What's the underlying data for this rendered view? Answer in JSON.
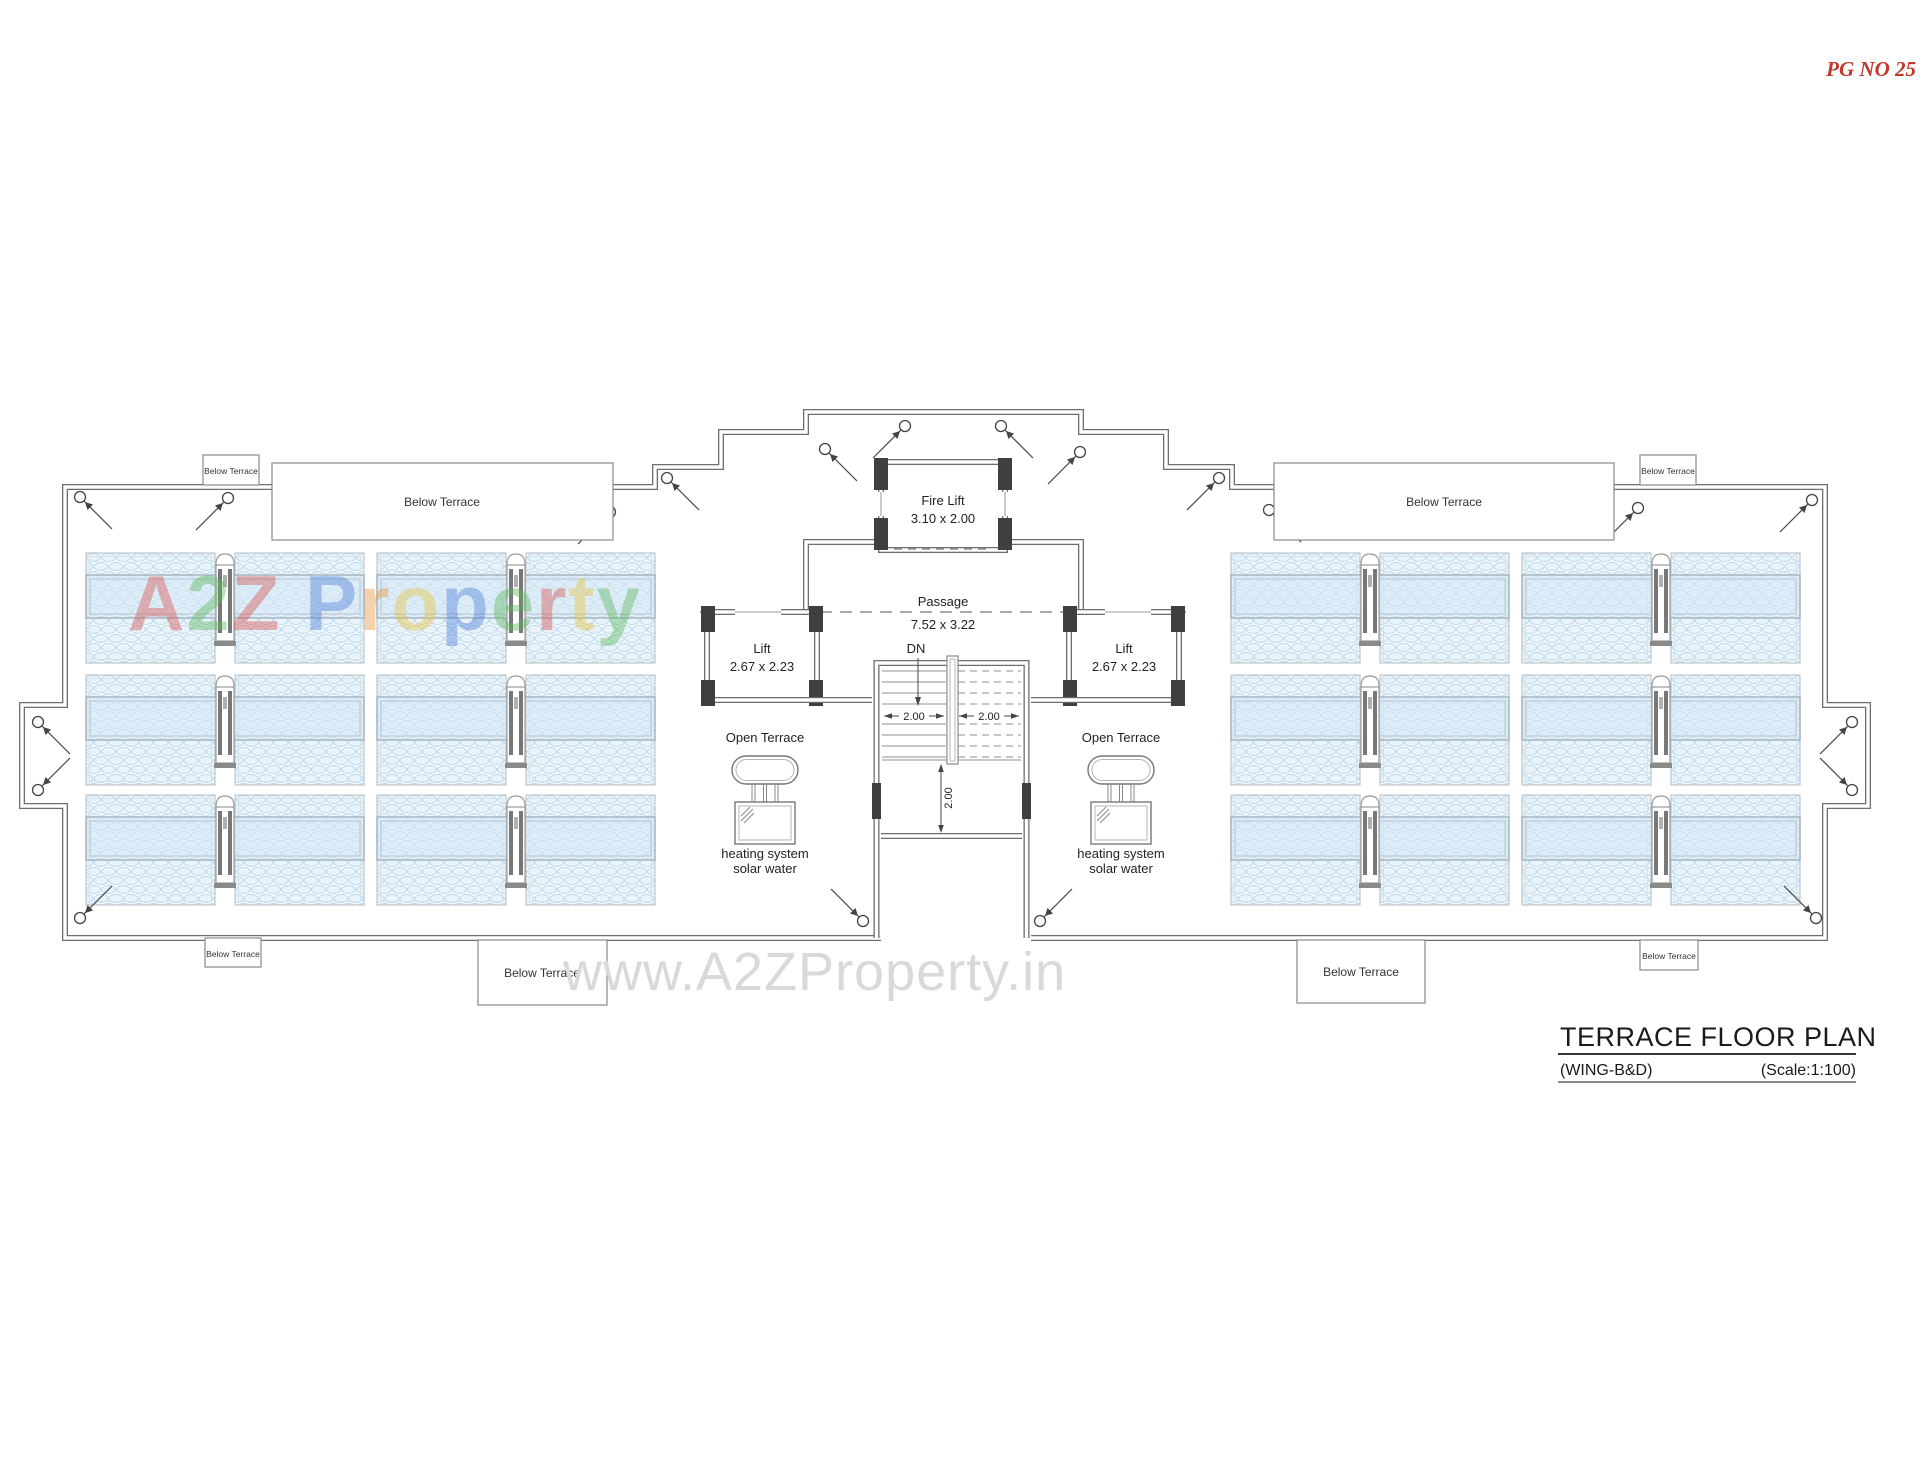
{
  "page": {
    "page_no": "PG NO 25"
  },
  "title_block": {
    "title": "TERRACE FLOOR PLAN",
    "wing": "(WING-B&D)",
    "scale": "(Scale:1:100)"
  },
  "rooms": {
    "fire_lift": {
      "name": "Fire Lift",
      "dim": "3.10 x 2.00"
    },
    "passage": {
      "name": "Passage",
      "dim": "7.52 x 3.22"
    },
    "lift": {
      "name": "Lift",
      "dim": "2.67 x 2.23"
    }
  },
  "stair": {
    "down_label": "DN",
    "flight_width": "2.00",
    "landing_depth": "2.00"
  },
  "terrace": {
    "open_terrace": "Open Terrace",
    "heater_line1": "heating system",
    "heater_line2": "solar water",
    "below_terrace": "Below Terrace"
  },
  "watermark": {
    "brand_text": "A2Z Property",
    "brand_colors": [
      "#d9534f",
      "#5cb85c",
      "#d9534f",
      "#000000",
      "#4f7fd9",
      "#e8953d",
      "#e8c23d",
      "#4f7fd9",
      "#5cb85c",
      "#d9534f",
      "#e8c23d",
      "#5cb85c"
    ],
    "url_text": "www.A2ZProperty.in"
  },
  "colors": {
    "wall": "#6e6e6e",
    "page_no_red": "#c0392b",
    "hatch_blue": "#bcd9ec"
  }
}
